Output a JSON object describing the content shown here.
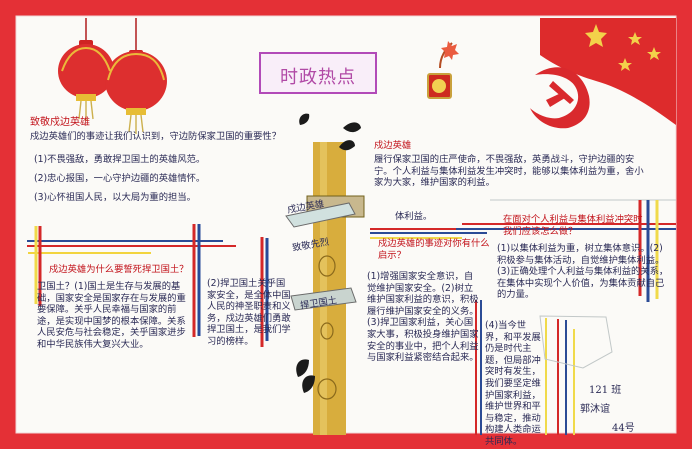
{
  "title": "时政热点",
  "left_top": {
    "heading": "致敬戍边英雄",
    "question": "戍边英雄们的事迹让我们认识到，守边防保家卫国的重要性？",
    "items": [
      "(1)不畏强敌，勇敢捍卫国土的英雄风范。",
      "(2)忠心报国，一心守护边疆的英雄情怀。",
      "(3)心怀祖国人民，以大局为重的担当。"
    ]
  },
  "left_mid": {
    "heading": "戍边英雄为什么要誓死捍卫国土？",
    "body": "卫国土？(1)国土是生存与发展的基础，国家安全是国家存在与发展的重要保障。关乎人民幸福与国家的前途，是实现中国梦的根本保障。关系人民安危与社会稳定，关乎国家进步和中华民族伟大复兴大业。"
  },
  "left_bottom": "(2)捍卫国土关乎国家安全，是全体中国人民的神圣职责和义务，戍边英雄们勇敢捍卫国土，是我们学习的榜样。",
  "right_top": {
    "heading": "戍边英雄",
    "body": "履行保家卫国的庄严使命，不畏强敌，英勇战斗，守护边疆的安宁。个人利益与集体利益发生冲突时，能够以集体利益为重，舍小家为大家，维护国家的利益。",
    "extra": "体利益。"
  },
  "right_mid": {
    "question": "戍边英雄的事迹对你有什么启示？",
    "body": "(1)增强国家安全意识，自觉维护国家安全。(2)树立维护国家利益的意识，积极履行维护国家安全的义务。(3)捍卫国家利益，关心国家大事，积极投身维护国家安全的事业中，把个人利益与国家利益紧密结合起来。"
  },
  "right_side": {
    "heading": "在面对个人利益与集体利益冲突时我们应该怎么做？",
    "body": "(1)以集体利益为重，树立集体意识。(2)积极参与集体活动，自觉维护集体利益。(3)正确处理个人利益与集体利益的关系，在集体中实现个人价值，为集体贡献自己的力量。",
    "conclusion": "(4)当今世界，和平发展仍是时代主题，但局部冲突时有发生，我们要坚定维护国家利益，维护世界和平与稳定，推动构建人类命运共同体。"
  },
  "signs": {
    "post_top": "戍边英雄",
    "post_mid": "致敬先烈",
    "post_bottom": "捍卫国土"
  },
  "signature": {
    "class": "121 班",
    "name": "郭沐谊",
    "number": "44号"
  },
  "decor": {
    "lantern_icon": "lantern-icon",
    "firecracker_icon": "firecracker-icon",
    "emblem_icon": "party-emblem-icon",
    "flag_icon": "flag-icon",
    "post_icon": "signpost-icon",
    "border_color": "#e43036"
  }
}
